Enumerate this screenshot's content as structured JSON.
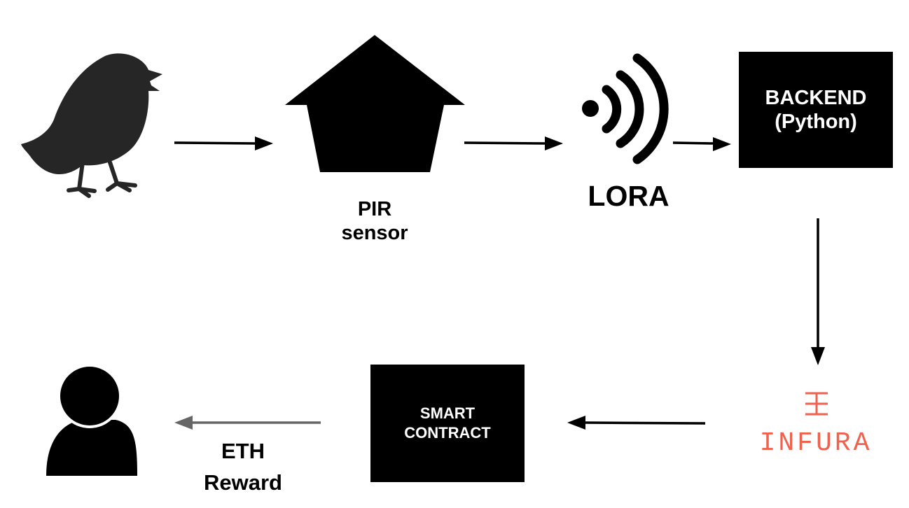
{
  "nodes": {
    "bird": {
      "icon": "bird-icon"
    },
    "pir": {
      "icon": "house-icon",
      "label_line1": "PIR",
      "label_line2": "sensor"
    },
    "lora": {
      "icon": "wireless-signal-icon",
      "label": "LORA"
    },
    "backend": {
      "line1": "BACKEND",
      "line2": "(Python)"
    },
    "infura": {
      "logo_text": "INFURA",
      "color": "#f0624d"
    },
    "smart_contract": {
      "line1": "SMART",
      "line2": "CONTRACT"
    },
    "user": {
      "icon": "user-icon"
    },
    "reward": {
      "line1": "ETH",
      "line2": "Reward"
    }
  },
  "colors": {
    "box_fill": "#000000",
    "box_text": "#ffffff",
    "arrow": "#000000",
    "reward_arrow": "#666666",
    "infura": "#f0624d"
  }
}
